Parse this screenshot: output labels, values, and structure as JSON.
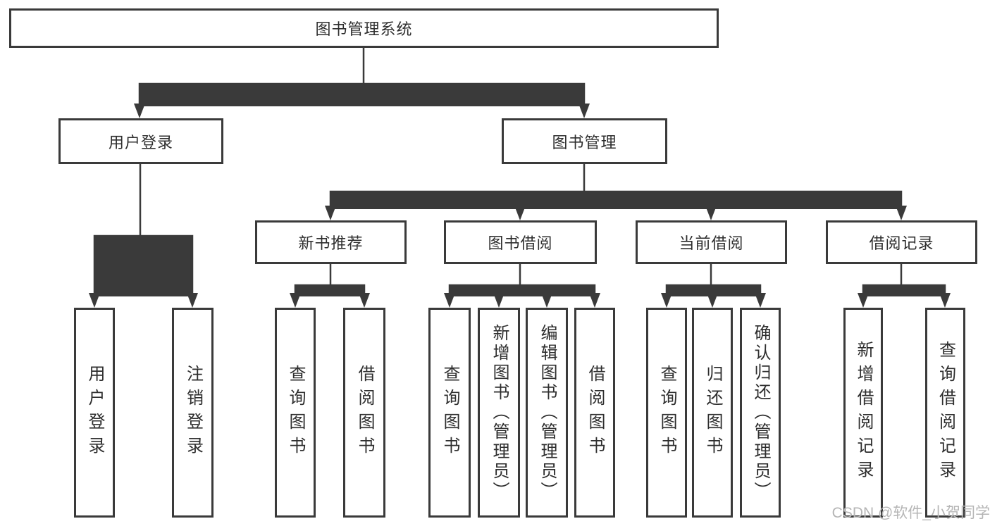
{
  "colors": {
    "line": "#3a3a3a",
    "text": "#2e2e2e",
    "watermark": "#b5b5b5",
    "background": "#ffffff"
  },
  "watermark": "CSDN @软件_小贺同学",
  "tree": {
    "root": "图书管理系统",
    "user_login": {
      "label": "用户登录",
      "children": [
        "用户登录",
        "注销登录"
      ]
    },
    "book_management": {
      "label": "图书管理",
      "children": [
        {
          "label": "新书推荐",
          "children": [
            "查询图书",
            "借阅图书"
          ]
        },
        {
          "label": "图书借阅",
          "children": [
            "查询图书",
            "新增图书（管理员）",
            "编辑图书（管理员）",
            "借阅图书"
          ]
        },
        {
          "label": "当前借阅",
          "children": [
            "查询图书",
            "归还图书",
            "确认归还（管理员）"
          ]
        },
        {
          "label": "借阅记录",
          "children": [
            "新增借阅记录",
            "查询借阅记录"
          ]
        }
      ]
    }
  }
}
